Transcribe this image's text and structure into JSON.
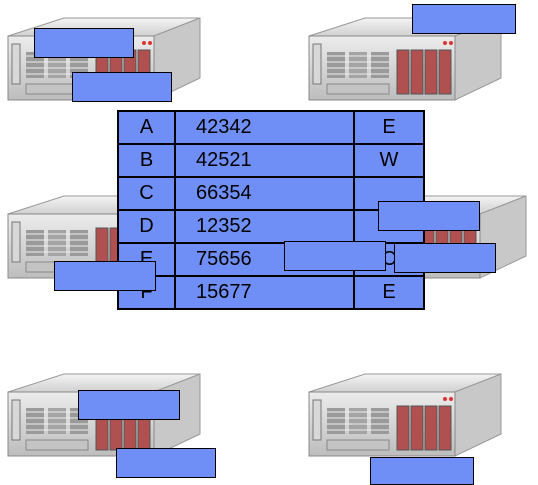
{
  "table": {
    "rows": [
      {
        "letter": "A",
        "number": "42342",
        "code": "E"
      },
      {
        "letter": "B",
        "number": "42521",
        "code": "W"
      },
      {
        "letter": "C",
        "number": "66354",
        "code": ""
      },
      {
        "letter": "D",
        "number": "12352",
        "code": ""
      },
      {
        "letter": "E",
        "number": "75656",
        "code": "C"
      },
      {
        "letter": "F",
        "number": "15677",
        "code": "E"
      }
    ]
  },
  "icons": {
    "server": "rack-server-icon"
  },
  "colors": {
    "sticker_fill": "#6f8ff7",
    "table_fill": "#6f8ff7",
    "border": "#000000"
  }
}
